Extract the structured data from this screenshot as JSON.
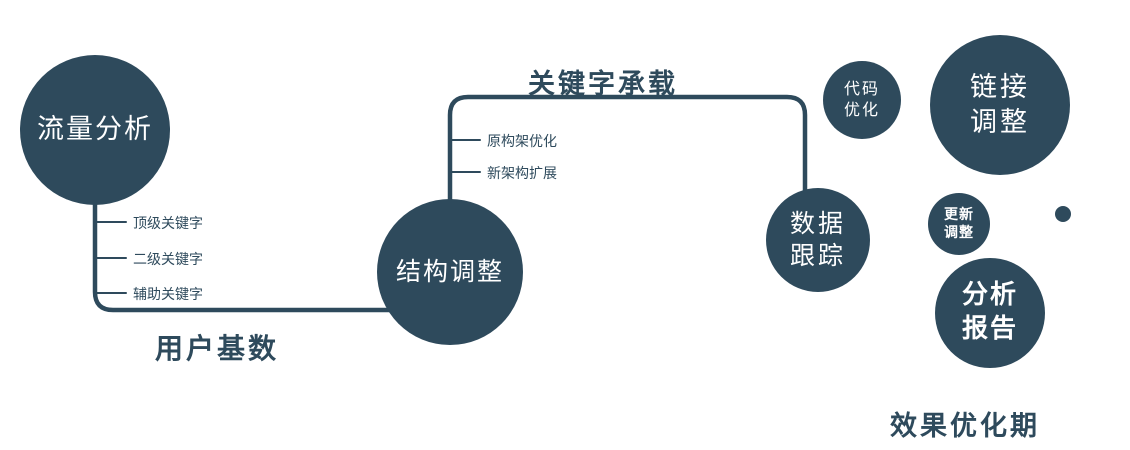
{
  "colors": {
    "primary": "#2e4a5c",
    "text_on_node": "#ffffff"
  },
  "nodes": {
    "traffic": {
      "label": "流量分析"
    },
    "structure": {
      "label": "结构调整"
    },
    "tracking": {
      "line1": "数据",
      "line2": "跟踪"
    },
    "code": {
      "line1": "代码",
      "line2": "优化"
    },
    "link": {
      "line1": "链接",
      "line2": "调整"
    },
    "update": {
      "line1": "更新",
      "line2": "调整"
    },
    "report": {
      "line1": "分析",
      "line2": "报告"
    }
  },
  "edge_labels": {
    "user_base": "用户基数",
    "keyword_carrying": "关键字承载"
  },
  "branch_labels": {
    "traffic": [
      "顶级关键字",
      "二级关键字",
      "辅助关键字"
    ],
    "structure": [
      "原构架优化",
      "新架构扩展"
    ]
  },
  "footer_label": "效果优化期"
}
